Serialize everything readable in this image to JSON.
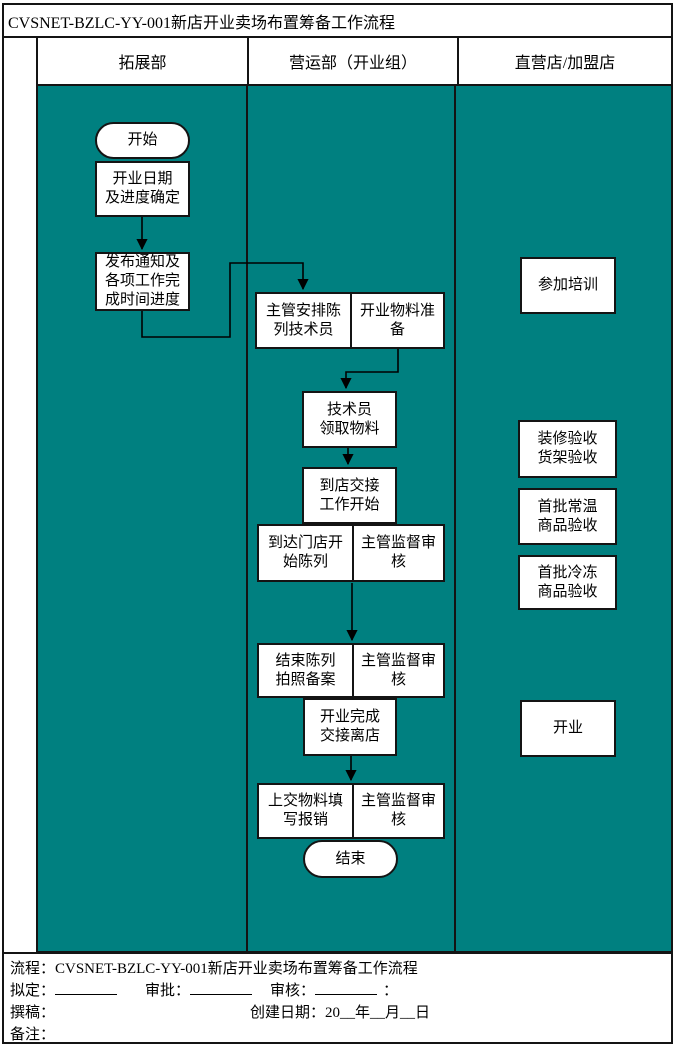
{
  "title": "CVSNET-BZLC-YY-001新店开业卖场布置筹备工作流程",
  "columns": {
    "expansion": "拓展部",
    "operations": "营运部（开业组）",
    "stores": "直营店/加盟店"
  },
  "colors": {
    "flow_background": "#008080",
    "line": "#141414",
    "node_background": "#ffffff"
  },
  "nodes": {
    "start": "开始",
    "open_date": "开业日期\n及进度确定",
    "notice": "发布通知及\n各项工作完\n成时间进度",
    "arrange_tech": "主管安排陈\n列技术员",
    "material_prep": "开业物料准\n备",
    "tech_receive": "技术员\n领取物料",
    "handover_start": "到店交接\n工作开始",
    "arrive_display": "到达门店开\n始陈列",
    "supervise1": "主管监督审\n核",
    "finish_display": "结束陈列\n拍照备案",
    "supervise2": "主管监督审\n核",
    "open_complete": "开业完成\n交接离店",
    "submit_material": "上交物料填\n写报销",
    "supervise3": "主管监督审\n核",
    "end": "结束",
    "training": "参加培训",
    "decoration_check": "装修验收\n货架验收",
    "normal_goods_check": "首批常温\n商品验收",
    "frozen_goods_check": "首批冷冻\n商品验收",
    "opening": "开业"
  },
  "footer": {
    "process": "流程：CVSNET-BZLC-YY-001新店开业卖场布置筹备工作流程",
    "draft": "拟定：",
    "approve": "审批：",
    "review": "审核：",
    "review_colon": "：",
    "write": "撰稿：",
    "create_date": "创建日期：20__年__月__日",
    "remark": "备注："
  }
}
